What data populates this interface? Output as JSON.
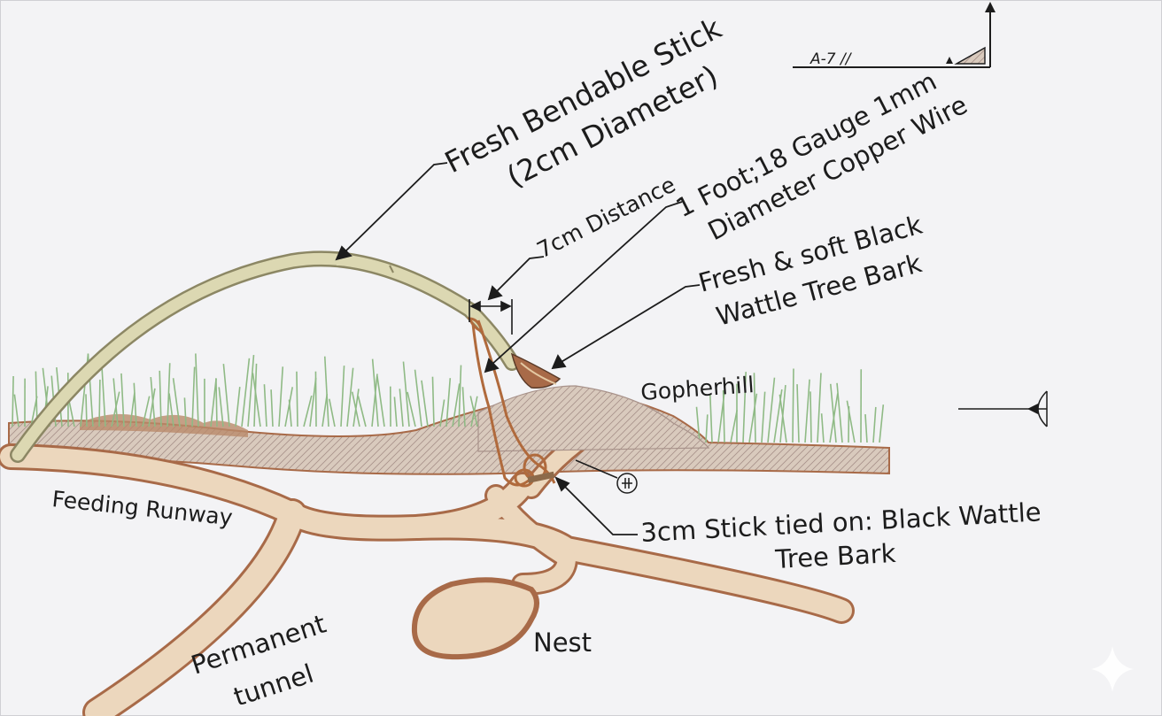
{
  "labels": {
    "stick_line1": "Fresh Bendable Stick",
    "stick_line2": "(2cm Diameter)",
    "distance": "7cm Distance",
    "wire_line1": "1 Foot;18 Gauge 1mm",
    "wire_line2": "Diameter Copper Wire",
    "bark_line1": "Fresh & soft Black",
    "bark_line2": "Wattle Tree Bark",
    "gopherhill": "Gopherhill",
    "feeding_runway": "Feeding Runway",
    "tied_line1": "3cm Stick tied on: Black Wattle",
    "tied_line2": "Tree Bark",
    "permanent_line1": "Permanent",
    "permanent_line2": "tunnel",
    "nest": "Nest",
    "title_block": "A-7 //"
  },
  "colors": {
    "paper": "#f3f3f5",
    "line": "#1c1c1c",
    "stick": "#dcd8b2",
    "tunnel_fill": "#ecd7bd",
    "tunnel_edge": "#a86a48",
    "soil": "#d9cabd",
    "grass": "#8fba85",
    "wire": "#b06a3c"
  }
}
